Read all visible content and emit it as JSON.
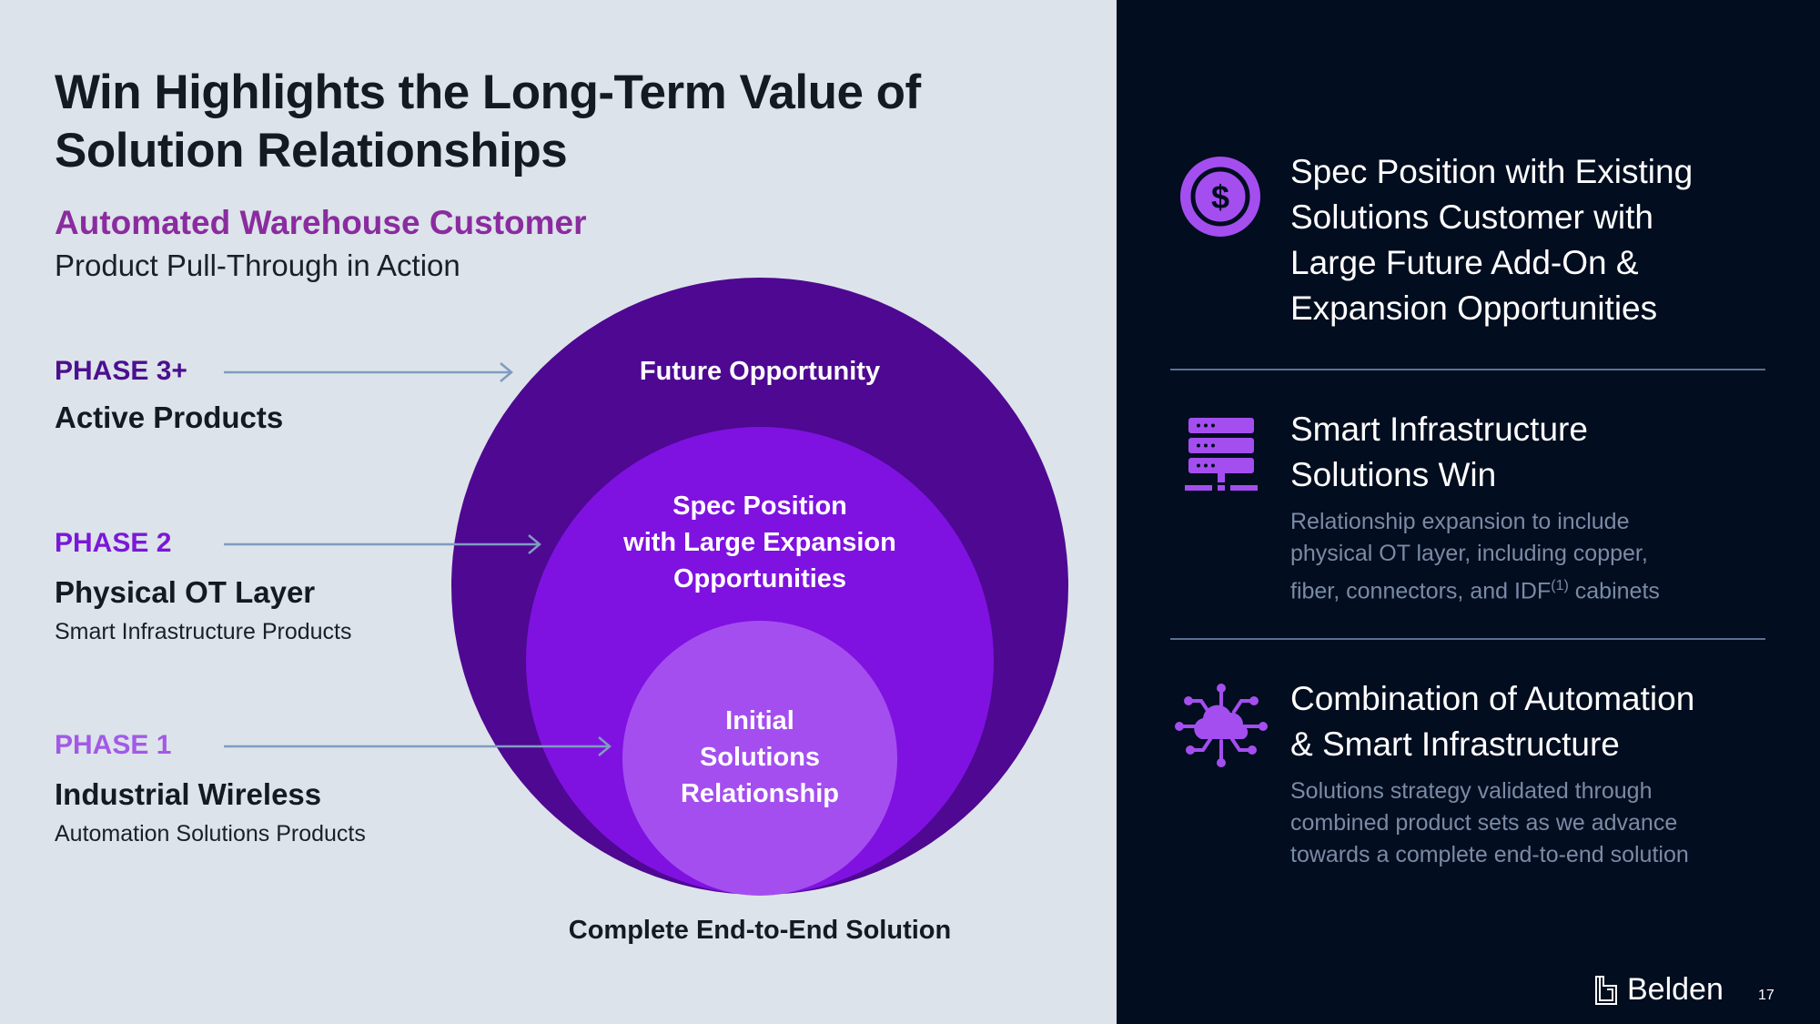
{
  "title": [
    "Win Highlights the Long-Term Value of",
    "Solution Relationships"
  ],
  "subtitle": "Automated Warehouse Customer",
  "tagline": "Product Pull-Through in Action",
  "phases": [
    {
      "phase": "PHASE 3+",
      "name": "Active Products",
      "desc": "",
      "color": "#4b0f8f"
    },
    {
      "phase": "PHASE 2",
      "name": "Physical OT Layer",
      "desc": "Smart Infrastructure Products",
      "color": "#7a18d8"
    },
    {
      "phase": "PHASE 1",
      "name": "Industrial Wireless",
      "desc": "Automation Solutions Products",
      "color": "#a25ae6"
    }
  ],
  "diagram": {
    "outer": {
      "label": "Future Opportunity",
      "color": "#4e0892"
    },
    "middle": {
      "lines": [
        "Spec Position",
        "with Large Expansion",
        "Opportunities"
      ],
      "color": "#7f12e0"
    },
    "inner": {
      "lines": [
        "Initial",
        "Solutions",
        "Relationship"
      ],
      "color": "#a44ef0"
    },
    "footer": "Complete End-to-End Solution"
  },
  "highlights": [
    {
      "icon": "dollar-coin-icon",
      "heading": [
        "Spec Position with Existing",
        "Solutions Customer with",
        "Large Future Add-On &",
        "Expansion Opportunities"
      ]
    },
    {
      "icon": "server-network-icon",
      "heading": [
        "Smart Infrastructure",
        "Solutions Win"
      ],
      "body": [
        "Relationship expansion to include",
        "physical OT layer, including copper,",
        "fiber, connectors, and IDF"
      ],
      "sup": "(1)",
      "body_end": " cabinets"
    },
    {
      "icon": "cloud-network-icon",
      "heading": [
        "Combination of Automation",
        "& Smart Infrastructure"
      ],
      "body": [
        "Solutions strategy validated through",
        "combined product sets as we advance",
        "towards a complete end-to-end solution"
      ]
    }
  ],
  "brand": "Belden",
  "page_number": "17"
}
